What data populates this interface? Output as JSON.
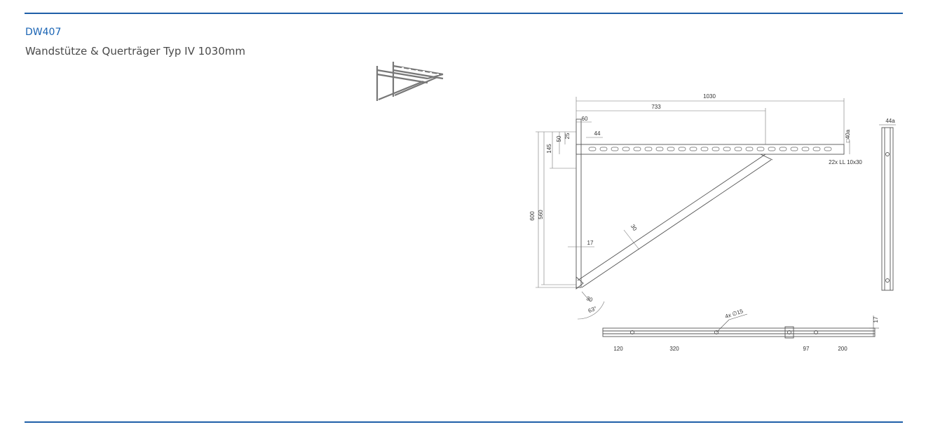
{
  "product": {
    "code": "DW407",
    "title": "Wandstütze & Querträger Typ IV 1030mm"
  },
  "colors": {
    "accent": "#1a64b4",
    "rule": "#1f5fa8",
    "text": "#4a4a4a",
    "line": "#555555"
  },
  "drawing": {
    "dims": {
      "d1030": "1030",
      "d733": "733",
      "d60": "60",
      "d44": "44",
      "d25": "25",
      "d50": "50",
      "d145": "145",
      "d600": "600",
      "d560": "560",
      "d17": "17",
      "d30_strut": "30",
      "d30_foot": "30",
      "angle63": "63°",
      "sq40": "□40a",
      "slots": "22x LL 10x30",
      "d44a": "44a",
      "holes": "4x ∅15",
      "d17_side": "17",
      "d120": "120",
      "d320": "320",
      "d97": "97",
      "d200": "200"
    }
  }
}
